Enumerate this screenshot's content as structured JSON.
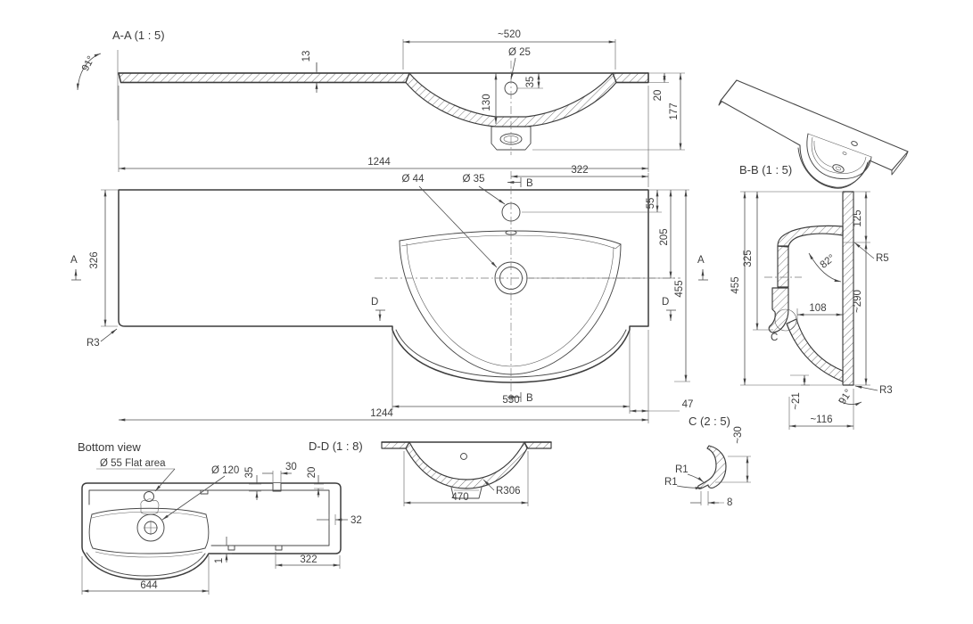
{
  "title": "Washbasin technical drawing",
  "colors": {
    "line": "#3c3c3c",
    "dim": "#4f4f4f",
    "background": "#ffffff"
  },
  "views": {
    "section_aa": {
      "label": "A-A (1 : 5)",
      "angle_left": "91°",
      "thickness": "13",
      "bowl_width": "~520",
      "tap_hole": "Ø 25",
      "tap_depth": "35",
      "bowl_depth": "130",
      "edge_height": "20",
      "total_height": "177",
      "overall_width": "1244"
    },
    "plan": {
      "tap_offset": "322",
      "drain_dia": "Ø 44",
      "tap_dia": "Ø 35",
      "marker_a": "A",
      "marker_b": "B",
      "marker_d": "D",
      "left_depth": "326",
      "corner_radius": "R3",
      "tap_from_top": "55",
      "drain_from_top": "205",
      "total_depth": "455",
      "bowl_span": "550",
      "right_step": "47",
      "overall_width": "1244"
    },
    "section_bb": {
      "label": "B-B (1 : 5)",
      "total_depth": "455",
      "back_depth": "325",
      "back_height": "125",
      "wall_angle": "82°",
      "fillet_top": "R5",
      "front_height": "~290",
      "bowl_inner": "108",
      "detail_ref": "C",
      "lip_depth": "~21",
      "front_angle": "91°",
      "fillet_bottom": "R3",
      "front_width": "~116"
    },
    "bottom_view": {
      "label": "Bottom view",
      "flat_area": "Ø 55 Flat area",
      "drain_boss": "Ø 120",
      "slot_offset": "35",
      "slot_width": "30",
      "slot_depth": "20",
      "rim_width": "32",
      "lip": "1",
      "slot_span": "322",
      "basin_span": "644"
    },
    "section_dd": {
      "label": "D-D (1 : 8)",
      "bowl_radius": "R306",
      "bowl_width": "470"
    },
    "detail_c": {
      "label": "C (2 : 5)",
      "height": "~30",
      "radius_1": "R1",
      "radius_2": "R1",
      "width": "8"
    }
  }
}
